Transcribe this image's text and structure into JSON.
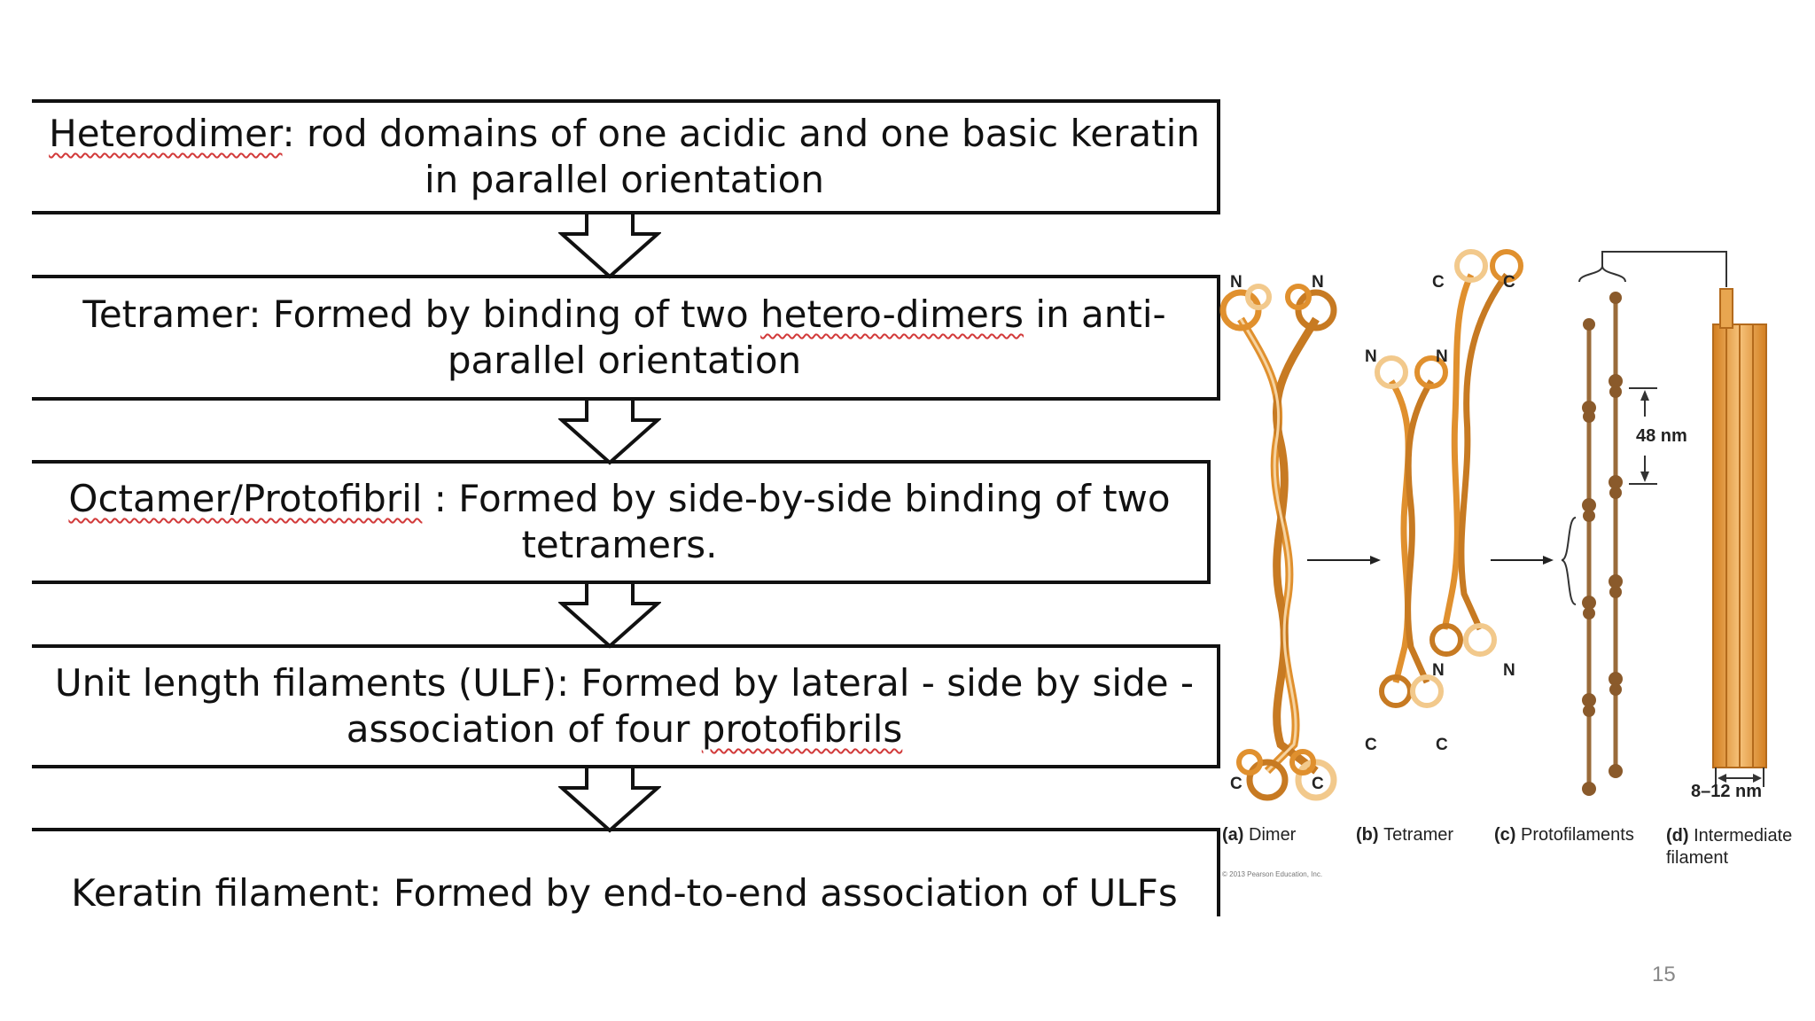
{
  "steps": [
    {
      "term": "Heterodimer",
      "rest": ": rod domains of one acidic and one basic keratin in parallel orientation"
    },
    {
      "pre": "Tetramer: Formed by binding of two ",
      "term": "hetero-dimers",
      "rest": " in anti-parallel orientation"
    },
    {
      "term": "Octamer/Protofibril",
      "rest": " : Formed by side-by-side binding of two tetramers."
    },
    {
      "pre": "Unit length filaments (ULF): Formed by lateral - side by side - association of four ",
      "term": "protofibrils",
      "rest": ""
    },
    {
      "pre": "Keratin filament: Formed by end-to-end association of ULFs",
      "term": "",
      "rest": ""
    }
  ],
  "figure": {
    "ends": {
      "N": "N",
      "C": "C"
    },
    "labels": [
      {
        "letter": "(a)",
        "text": "Dimer"
      },
      {
        "letter": "(b)",
        "text": "Tetramer"
      },
      {
        "letter": "(c)",
        "text": "Protofilaments"
      },
      {
        "letter": "(d)",
        "text": "Intermediate filament"
      }
    ],
    "spacing_label": "48 nm",
    "width_label": "8–12 nm",
    "credit": "© 2013 Pearson Education, Inc."
  },
  "page_number": "15",
  "colors": {
    "strand": "#e0902e",
    "strand_light": "#f2c98c",
    "dark": "#8a5a2b",
    "line": "#111111"
  }
}
